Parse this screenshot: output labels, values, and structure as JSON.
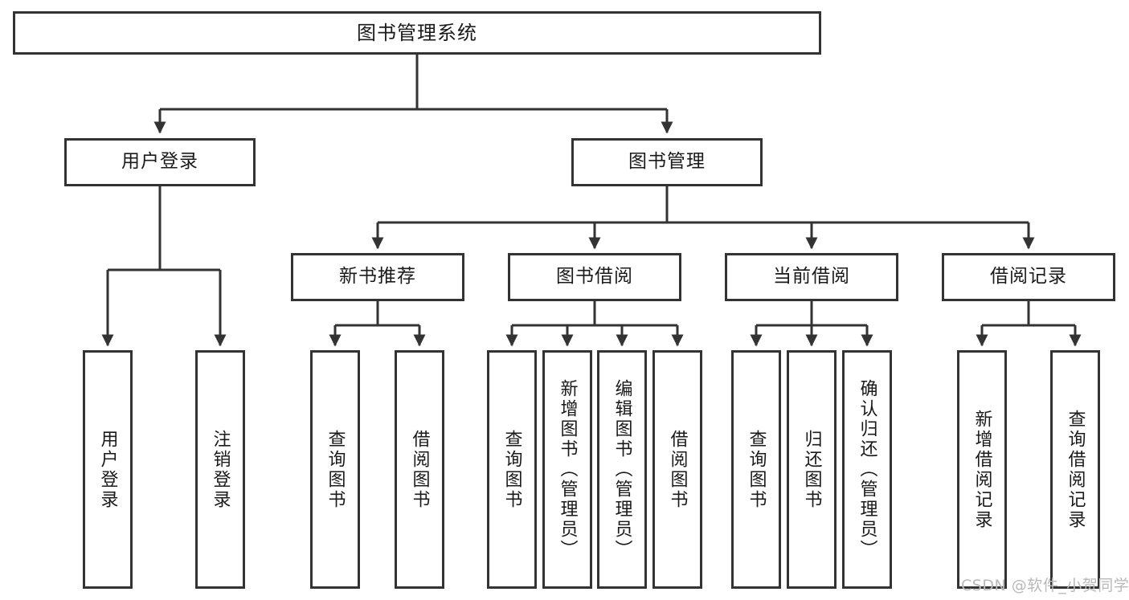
{
  "diagram": {
    "title": "图书管理系统",
    "type": "tree",
    "watermark": "CSDN @软件_小贺同学",
    "colors": {
      "border": "#333333",
      "background": "#ffffff",
      "text": "#1a1a1a",
      "watermark": "#b9b9b9"
    },
    "root": {
      "id": "root",
      "label": "图书管理系统"
    },
    "level2": [
      {
        "id": "user-login",
        "label": "用户登录"
      },
      {
        "id": "book-manage",
        "label": "图书管理"
      }
    ],
    "level3": [
      {
        "id": "new-book-recommend",
        "label": "新书推荐",
        "parent": "book-manage"
      },
      {
        "id": "book-borrow",
        "label": "图书借阅",
        "parent": "book-manage"
      },
      {
        "id": "current-borrow",
        "label": "当前借阅",
        "parent": "book-manage"
      },
      {
        "id": "borrow-record",
        "label": "借阅记录",
        "parent": "book-manage"
      }
    ],
    "leaves": {
      "user_login": [
        {
          "id": "leaf-user-login",
          "label": "用户登录"
        },
        {
          "id": "leaf-user-logout",
          "label": "注销登录"
        }
      ],
      "new_book_recommend": [
        {
          "id": "leaf-query-book-1",
          "label": "查询图书"
        },
        {
          "id": "leaf-borrow-book-1",
          "label": "借阅图书"
        }
      ],
      "book_borrow": [
        {
          "id": "leaf-query-book-2",
          "label": "查询图书"
        },
        {
          "id": "leaf-add-book",
          "label": "新增图书（管理员）"
        },
        {
          "id": "leaf-edit-book",
          "label": "编辑图书（管理员）"
        },
        {
          "id": "leaf-borrow-book-2",
          "label": "借阅图书"
        }
      ],
      "current_borrow": [
        {
          "id": "leaf-query-book-3",
          "label": "查询图书"
        },
        {
          "id": "leaf-return-book",
          "label": "归还图书"
        },
        {
          "id": "leaf-confirm-return",
          "label": "确认归还（管理员）"
        }
      ],
      "borrow_record": [
        {
          "id": "leaf-add-record",
          "label": "新增借阅记录"
        },
        {
          "id": "leaf-query-record",
          "label": "查询借阅记录"
        }
      ]
    }
  }
}
